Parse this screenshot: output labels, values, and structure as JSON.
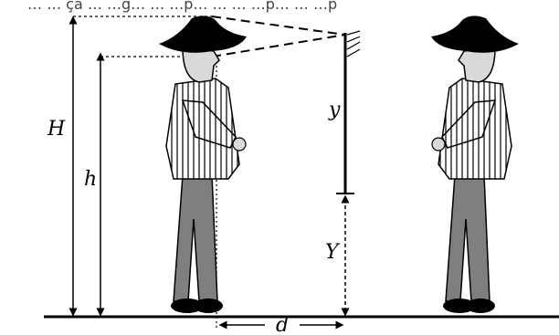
{
  "caption": "… … çã … …g… … …p… … … …p… … …p",
  "labels": {
    "H": "H",
    "h": "h",
    "y": "y",
    "Y": "Y",
    "d": "d"
  },
  "colors": {
    "ink": "#000000",
    "skin": "#d9d9d9",
    "pants": "#7f7f7f",
    "stripes": "#ffffff"
  }
}
